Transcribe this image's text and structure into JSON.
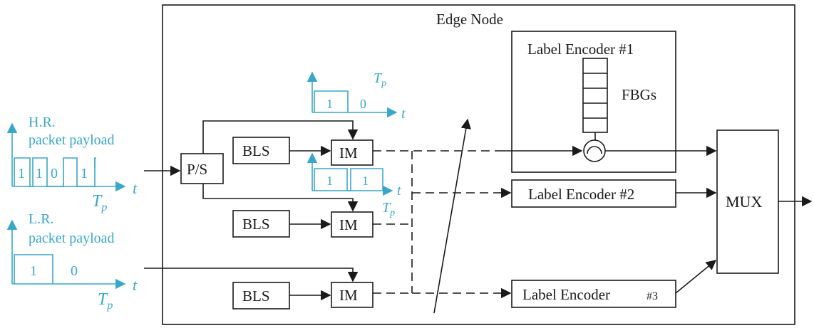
{
  "edge_node": {
    "title": "Edge Node"
  },
  "inputs": {
    "hr": {
      "label_line1": "H.R.",
      "label_line2": "packet payload",
      "bits": [
        "1",
        "1",
        "0",
        "1"
      ]
    },
    "lr": {
      "label_line1": "L.R.",
      "label_line2": "packet payload",
      "bits": [
        "1",
        "0"
      ]
    },
    "axis_t": "t",
    "tp_main": "T",
    "tp_sub": "p"
  },
  "blocks": {
    "ps": "P/S",
    "bls": "BLS",
    "im": "IM",
    "mux": "MUX"
  },
  "inner_waveforms": {
    "top_bits": [
      "1",
      "0"
    ],
    "mid_bits": [
      "1",
      "1"
    ]
  },
  "encoders": {
    "enc1_title": "Label Encoder #1",
    "fbgs": "FBGs",
    "enc2": "Label Encoder #2",
    "enc3_name": "Label Encoder",
    "enc3_num": "#3"
  },
  "colors": {
    "signal": "#3aa7c9",
    "line": "#1a1a1a"
  }
}
